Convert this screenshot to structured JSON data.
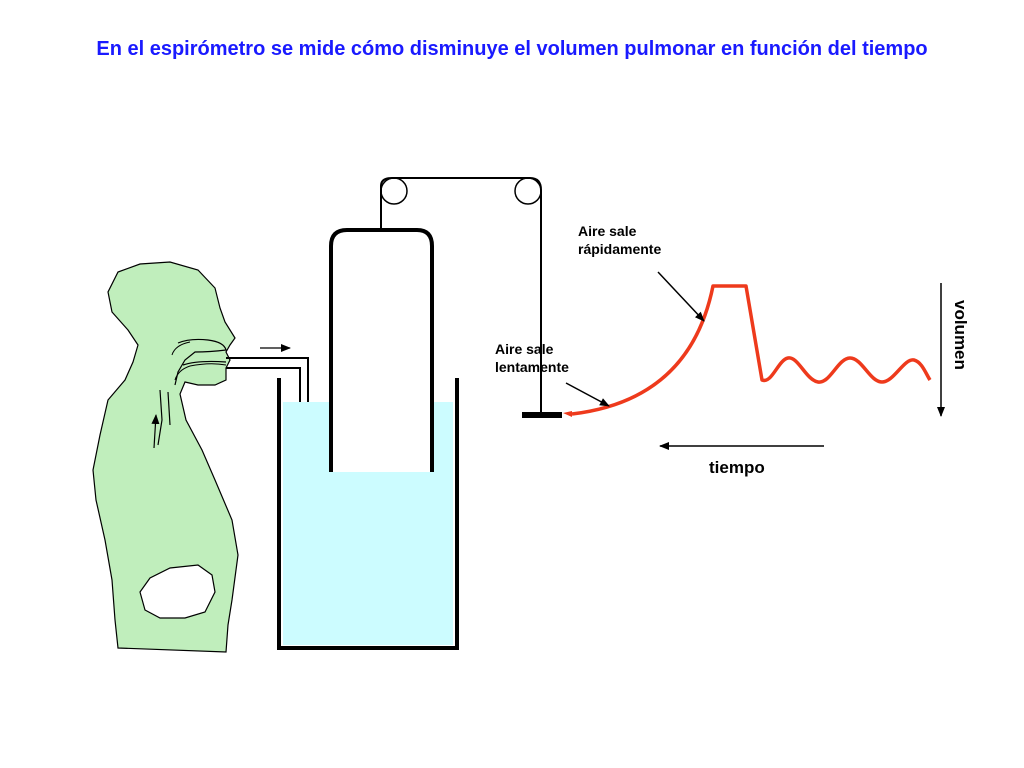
{
  "title": "En el espirómetro se mide cómo disminuye el volumen pulmonar en función del tiempo",
  "labels": {
    "fast": [
      "Aire sale",
      "rápidamente"
    ],
    "slow": [
      "Aire sale",
      "lentamente"
    ],
    "time_axis": "tiempo",
    "volume_axis": "volumen"
  },
  "colors": {
    "title": "#1a1aff",
    "body_fill": "#c0eebc",
    "water": "#ccfcff",
    "curve": "#ee3a1c",
    "ink": "#000000"
  }
}
